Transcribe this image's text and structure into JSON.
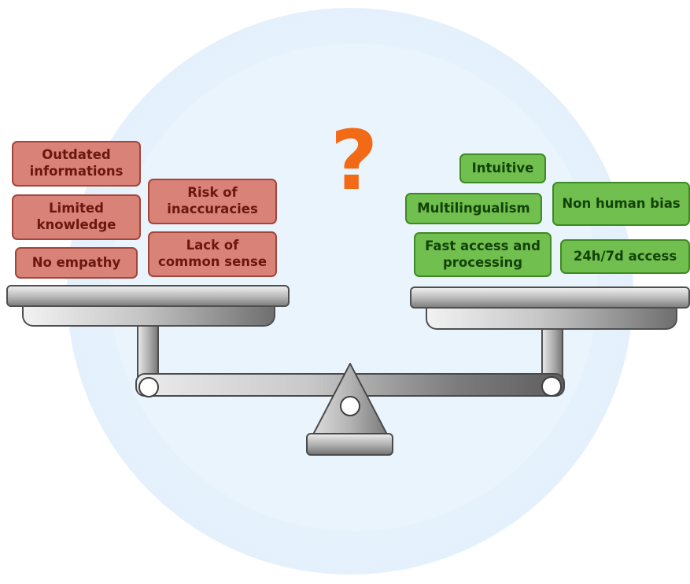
{
  "question_mark": "?",
  "cons": {
    "outdated": "Outdated informations",
    "limited": "Limited knowledge",
    "no_empathy": "No empathy",
    "risk": "Risk of inaccuracies",
    "lack": "Lack of common sense"
  },
  "pros": {
    "intuitive": "Intuitive",
    "multilingualism": "Multilingualism",
    "non_human_bias": "Non human bias",
    "fast_access": "Fast access and processing",
    "access_247": "24h/7d access"
  },
  "colors": {
    "question": "#f26a16",
    "con_fill": "#d98277",
    "con_border": "#a3453c",
    "pro_fill": "#71bf4e",
    "pro_border": "#3f8a22",
    "background_circle": "#e6f2fc"
  }
}
